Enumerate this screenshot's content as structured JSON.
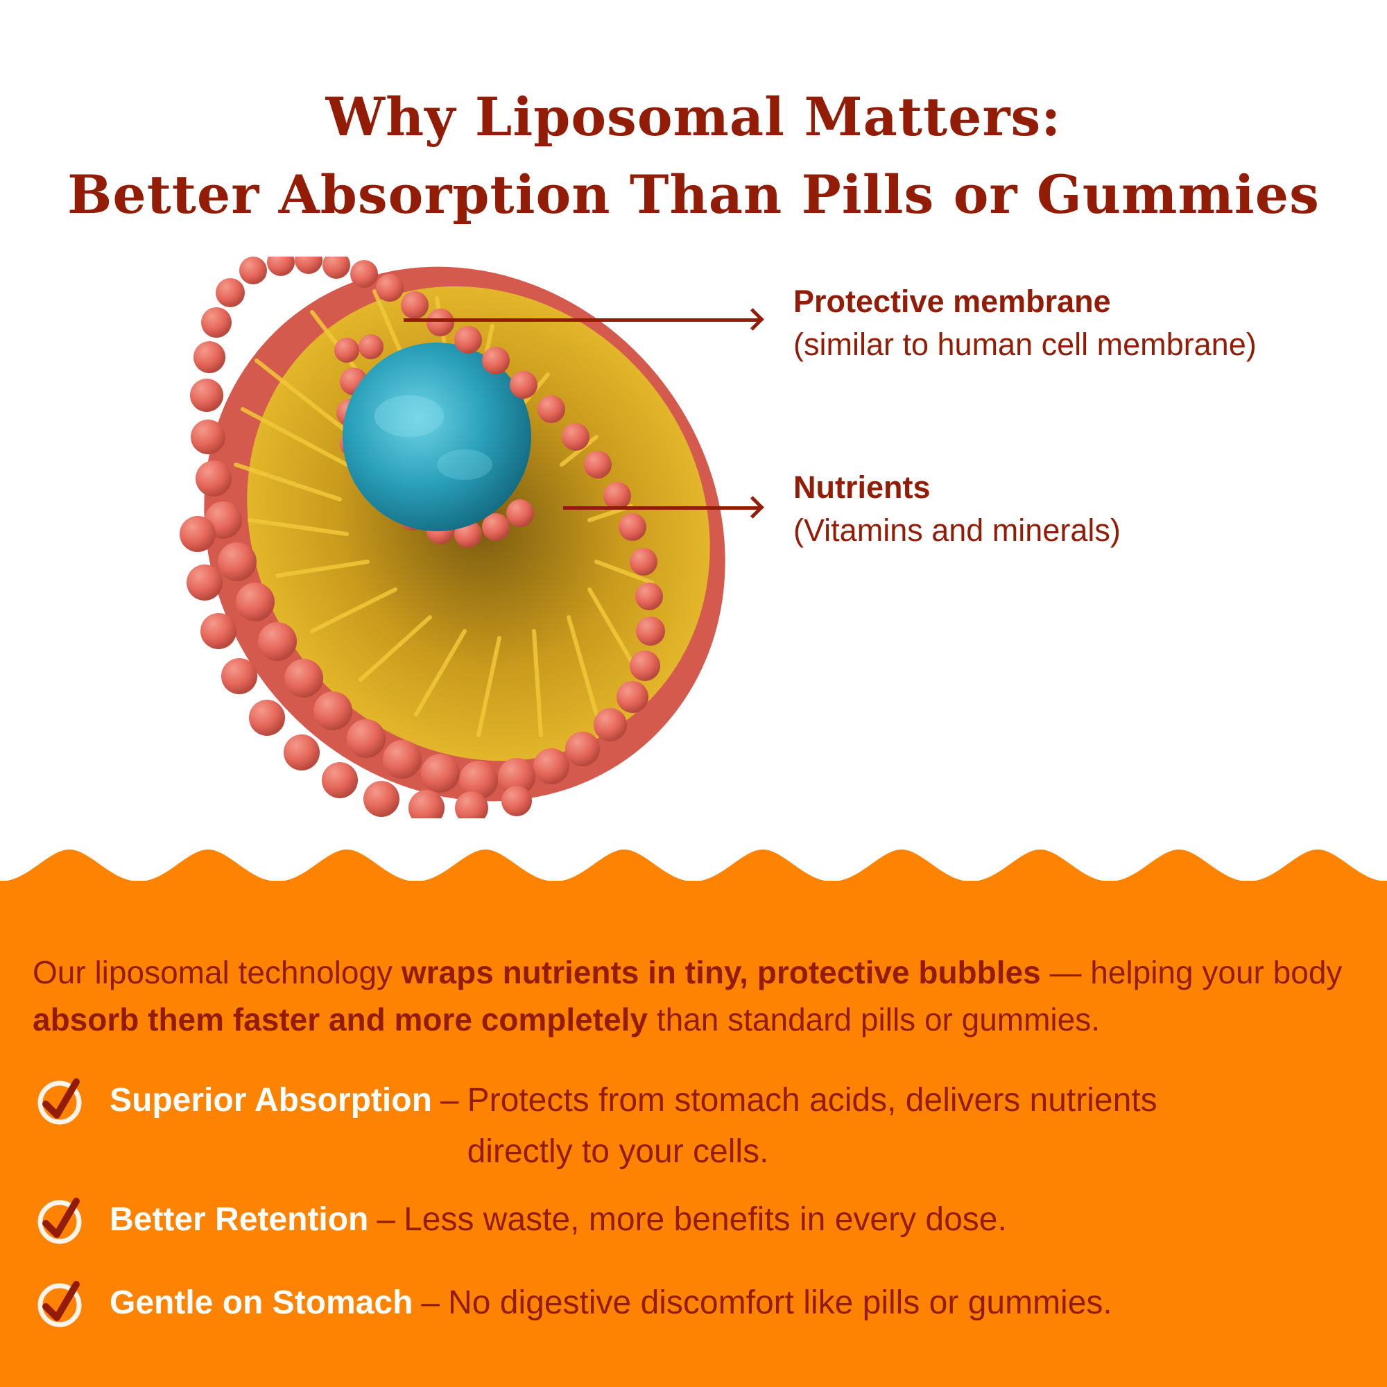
{
  "title": {
    "line1": "Why Liposomal Matters:",
    "line2": "Better Absorption Than Pills or Gummies"
  },
  "diagram": {
    "subject": "liposome-cross-section",
    "colors": {
      "head_groups": "#e5675a",
      "tails": "#e3b324",
      "core": "#2aa0ba",
      "arrow": "#921c06"
    },
    "callouts": [
      {
        "label": "Protective membrane",
        "sub": "(similar to human cell membrane)"
      },
      {
        "label": "Nutrients",
        "sub": "(Vitamins and minerals)"
      }
    ]
  },
  "intro": {
    "part1": "Our liposomal technology ",
    "bold1": "wraps nutrients in tiny, protective bubbles",
    "part2": " — helping your body ",
    "bold2": "absorb them faster and more completely",
    "part3": " than standard pills or gummies."
  },
  "benefits": [
    {
      "icon": "check-circle-icon",
      "name": "Superior Absorption",
      "dash": "–",
      "desc": "Protects from stomach acids, delivers nutrients directly to your cells."
    },
    {
      "icon": "check-circle-icon",
      "name": "Better Retention",
      "dash": "–",
      "desc": "Less waste, more benefits in every dose."
    },
    {
      "icon": "check-circle-icon",
      "name": "Gentle on Stomach",
      "dash": "–",
      "desc": "No digestive discomfort like pills or gummies."
    }
  ],
  "colors": {
    "primary_text": "#921c06",
    "panel_background": "#ff8303",
    "benefit_name": "#ffffff",
    "page_background": "#ffffff"
  }
}
